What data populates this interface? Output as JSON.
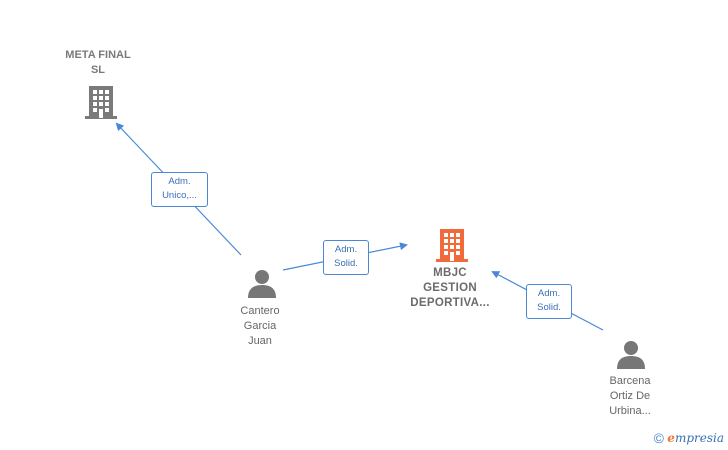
{
  "nodes": {
    "meta_final": {
      "label_line1": "META FINAL",
      "label_line2": "SL",
      "type": "company",
      "color": "#7a7a7a"
    },
    "mbjc": {
      "label_line1": "MBJC",
      "label_line2": "GESTION",
      "label_line3": "DEPORTIVA...",
      "type": "company-main",
      "color": "#f06a3a"
    },
    "cantero": {
      "label_line1": "Cantero",
      "label_line2": "Garcia",
      "label_line3": "Juan",
      "type": "person"
    },
    "barcena": {
      "label_line1": "Barcena",
      "label_line2": "Ortiz De",
      "label_line3": "Urbina...",
      "type": "person"
    }
  },
  "edges": [
    {
      "from": "cantero",
      "to": "meta_final",
      "label_line1": "Adm.",
      "label_line2": "Unico,..."
    },
    {
      "from": "cantero",
      "to": "mbjc",
      "label_line1": "Adm.",
      "label_line2": "Solid."
    },
    {
      "from": "barcena",
      "to": "mbjc",
      "label_line1": "Adm.",
      "label_line2": "Solid."
    }
  ],
  "colors": {
    "edge": "#4a88d6",
    "person": "#777777",
    "company": "#7a7a7a",
    "main_company": "#f06a3a"
  },
  "footer": {
    "copyright_symbol": "©",
    "brand_first": "e",
    "brand_rest": "mpresia"
  }
}
